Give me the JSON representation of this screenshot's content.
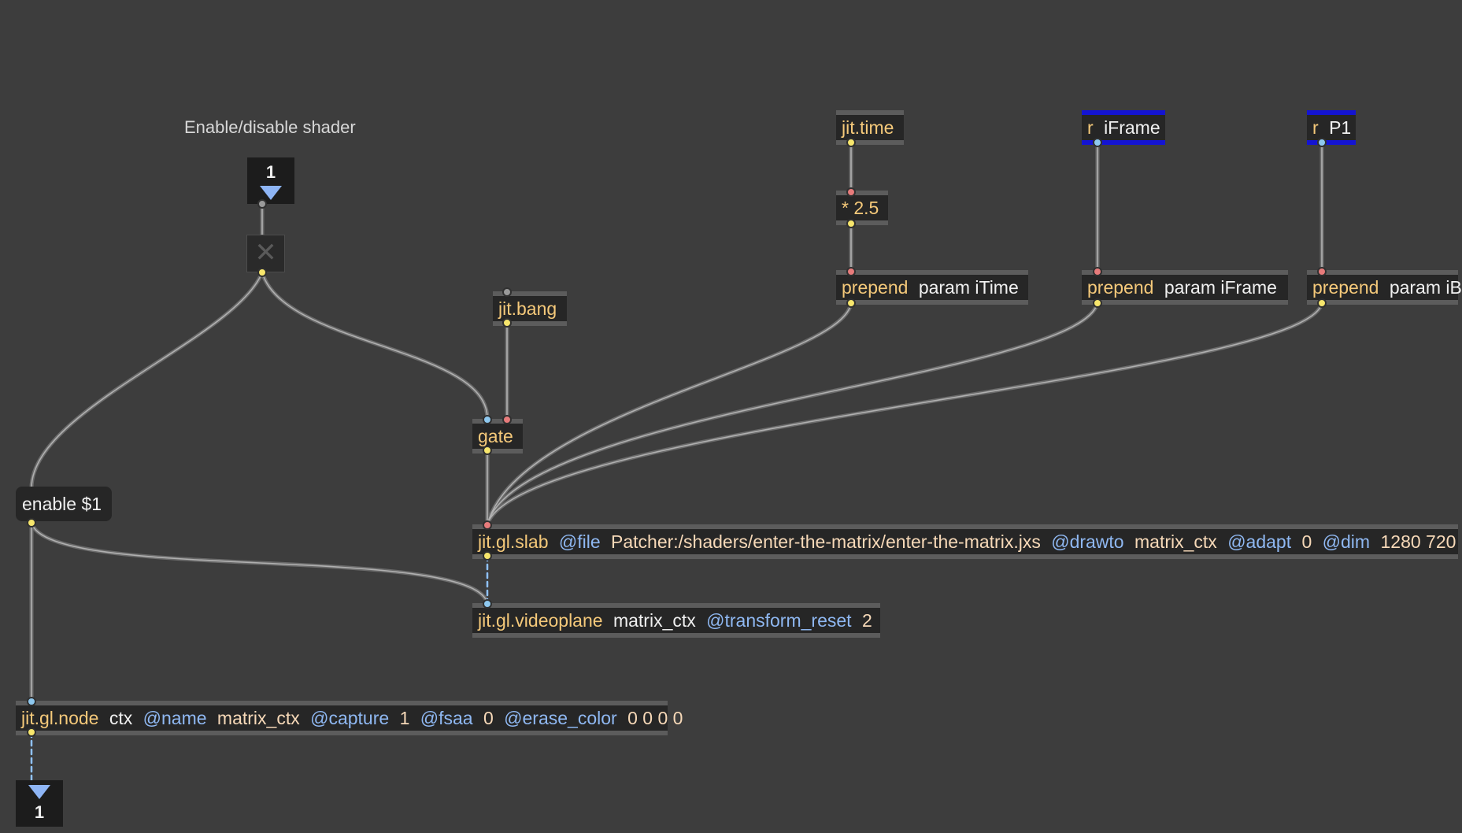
{
  "patcher": {
    "comment": "Enable/disable shader",
    "toggle_number": "1",
    "toggle_symbol": "✕",
    "message_enable": "enable $1",
    "output_number": "1",
    "jit_time": {
      "cls": "jit.time"
    },
    "multiply": {
      "cls": "* 2.5"
    },
    "r_iframe": {
      "cls": "r",
      "arg": "iFrame"
    },
    "r_p1": {
      "cls": "r",
      "arg": "P1"
    },
    "prepend_itime": {
      "cls": "prepend",
      "arg": "param iTime"
    },
    "prepend_iframe": {
      "cls": "prepend",
      "arg": "param iFrame"
    },
    "prepend_p1": {
      "cls": "prepend",
      "arg": "param iB"
    },
    "jit_bang": {
      "cls": "jit.bang"
    },
    "gate": {
      "cls": "gate"
    },
    "slab": {
      "cls": "jit.gl.slab",
      "attr_file": "@file",
      "val_file": "Patcher:/shaders/enter-the-matrix/enter-the-matrix.jxs",
      "attr_drawto": "@drawto",
      "val_drawto": "matrix_ctx",
      "attr_adapt": "@adapt",
      "val_adapt": "0",
      "attr_dim": "@dim",
      "val_dim": "1280 720"
    },
    "videoplane": {
      "cls": "jit.gl.videoplane",
      "arg": "matrix_ctx",
      "attr_transform": "@transform_reset",
      "val_transform": "2"
    },
    "node": {
      "cls": "jit.gl.node",
      "arg": "ctx",
      "attr_name": "@name",
      "val_name": "matrix_ctx",
      "attr_capture": "@capture",
      "val_capture": "1",
      "attr_fsaa": "@fsaa",
      "val_fsaa": "0",
      "attr_erase": "@erase_color",
      "val_erase": "0 0 0 0"
    }
  },
  "colors": {
    "background": "#3d3d3d",
    "object_fill": "#262626",
    "object_border": "#5c5c5c",
    "receive_border": "#1414d2",
    "class_text": "#f5c97a",
    "attribute_text": "#8fb8f2",
    "cord": "#a6a6a6",
    "matrix_cord": "#8fc2ff"
  }
}
